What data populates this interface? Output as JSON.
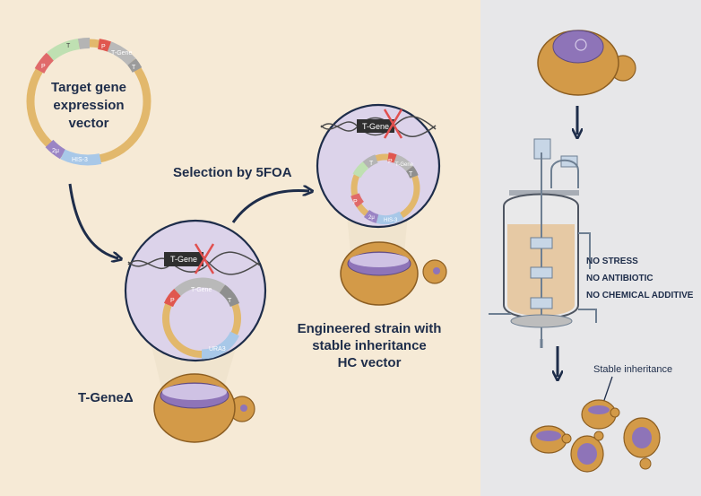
{
  "colors": {
    "left_bg": "#f6ead6",
    "right_bg": "#e7e7e9",
    "navy": "#1e2d4a",
    "plasmid_ring": "#e2b86c",
    "circle_fill": "#dcd3ea",
    "cell_body": "#d39a48",
    "vacuole": "#8e74b8",
    "cross": "#e1504f"
  },
  "plasmid1": {
    "title_line1": "Target gene",
    "title_line2": "expression",
    "title_line3": "vector",
    "seg_p1": "P",
    "seg_t1": "T",
    "seg_p2": "P",
    "seg_tgene": "T-Gene",
    "seg_t2": "T",
    "seg_2u": "2μ",
    "seg_his": "HIS-3"
  },
  "step1": {
    "chrom_gene": "T-Gene",
    "seg_p": "P",
    "seg_tgene": "T-Gene",
    "seg_t": "T",
    "seg_ura": "URA3",
    "strain_label": "T-GeneΔ"
  },
  "step2": {
    "arrow_label": "Selection by 5FOA",
    "chrom_gene": "T-Gene",
    "seg_p": "P",
    "seg_t1": "T",
    "seg_p2": "P",
    "seg_tgene": "T-Gene",
    "seg_t2": "T",
    "seg_2u": "2μ",
    "seg_his": "HIS-3",
    "caption_line1": "Engineered strain with",
    "caption_line2": "stable inheritance",
    "caption_line3": "HC vector"
  },
  "right_panel": {
    "cond1": "NO STRESS",
    "cond2": "NO ANTIBIOTIC",
    "cond3": "NO CHEMICAL ADDITIVE",
    "stable_label": "Stable inheritance"
  },
  "icons": [
    "cell-icon",
    "bioreactor-icon",
    "dna-icon",
    "plasmid-icon",
    "arrow-icon"
  ]
}
